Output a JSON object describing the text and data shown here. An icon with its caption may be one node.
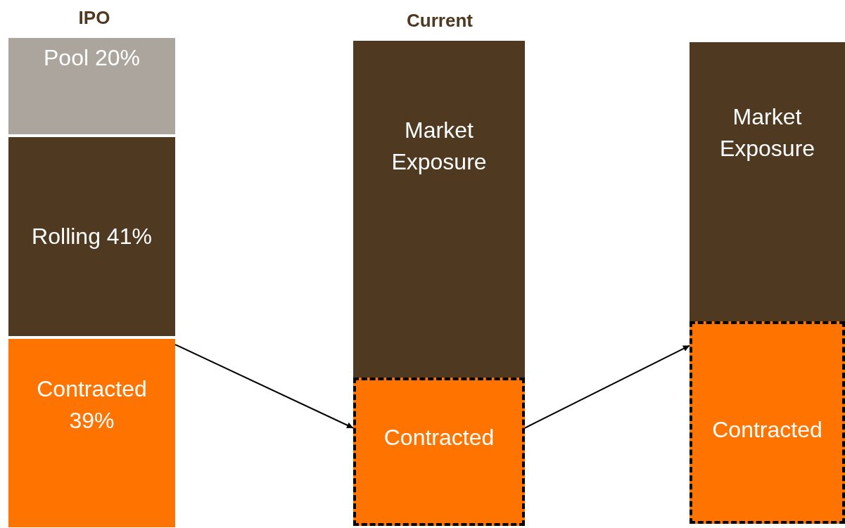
{
  "diagram": {
    "nodes": [
      {
        "text": [
          "Pool 20%"
        ]
      },
      {
        "text": [
          "Rolling 41%"
        ]
      },
      {
        "text": [
          "Contracted 39%"
        ]
      },
      {
        "text": [
          "Market Exposure"
        ]
      },
      {
        "text": [
          "Contracted"
        ]
      },
      {
        "text": [
          "Market Exposure"
        ]
      },
      {
        "text": [
          "Contracted"
        ]
      }
    ],
    "edges": [
      {
        "from": 2,
        "to": 4,
        "arrow": "to"
      },
      {
        "from": 4,
        "to": 6,
        "arrow": "to"
      }
    ],
    "labels": [
      "IPO",
      "Current"
    ]
  }
}
